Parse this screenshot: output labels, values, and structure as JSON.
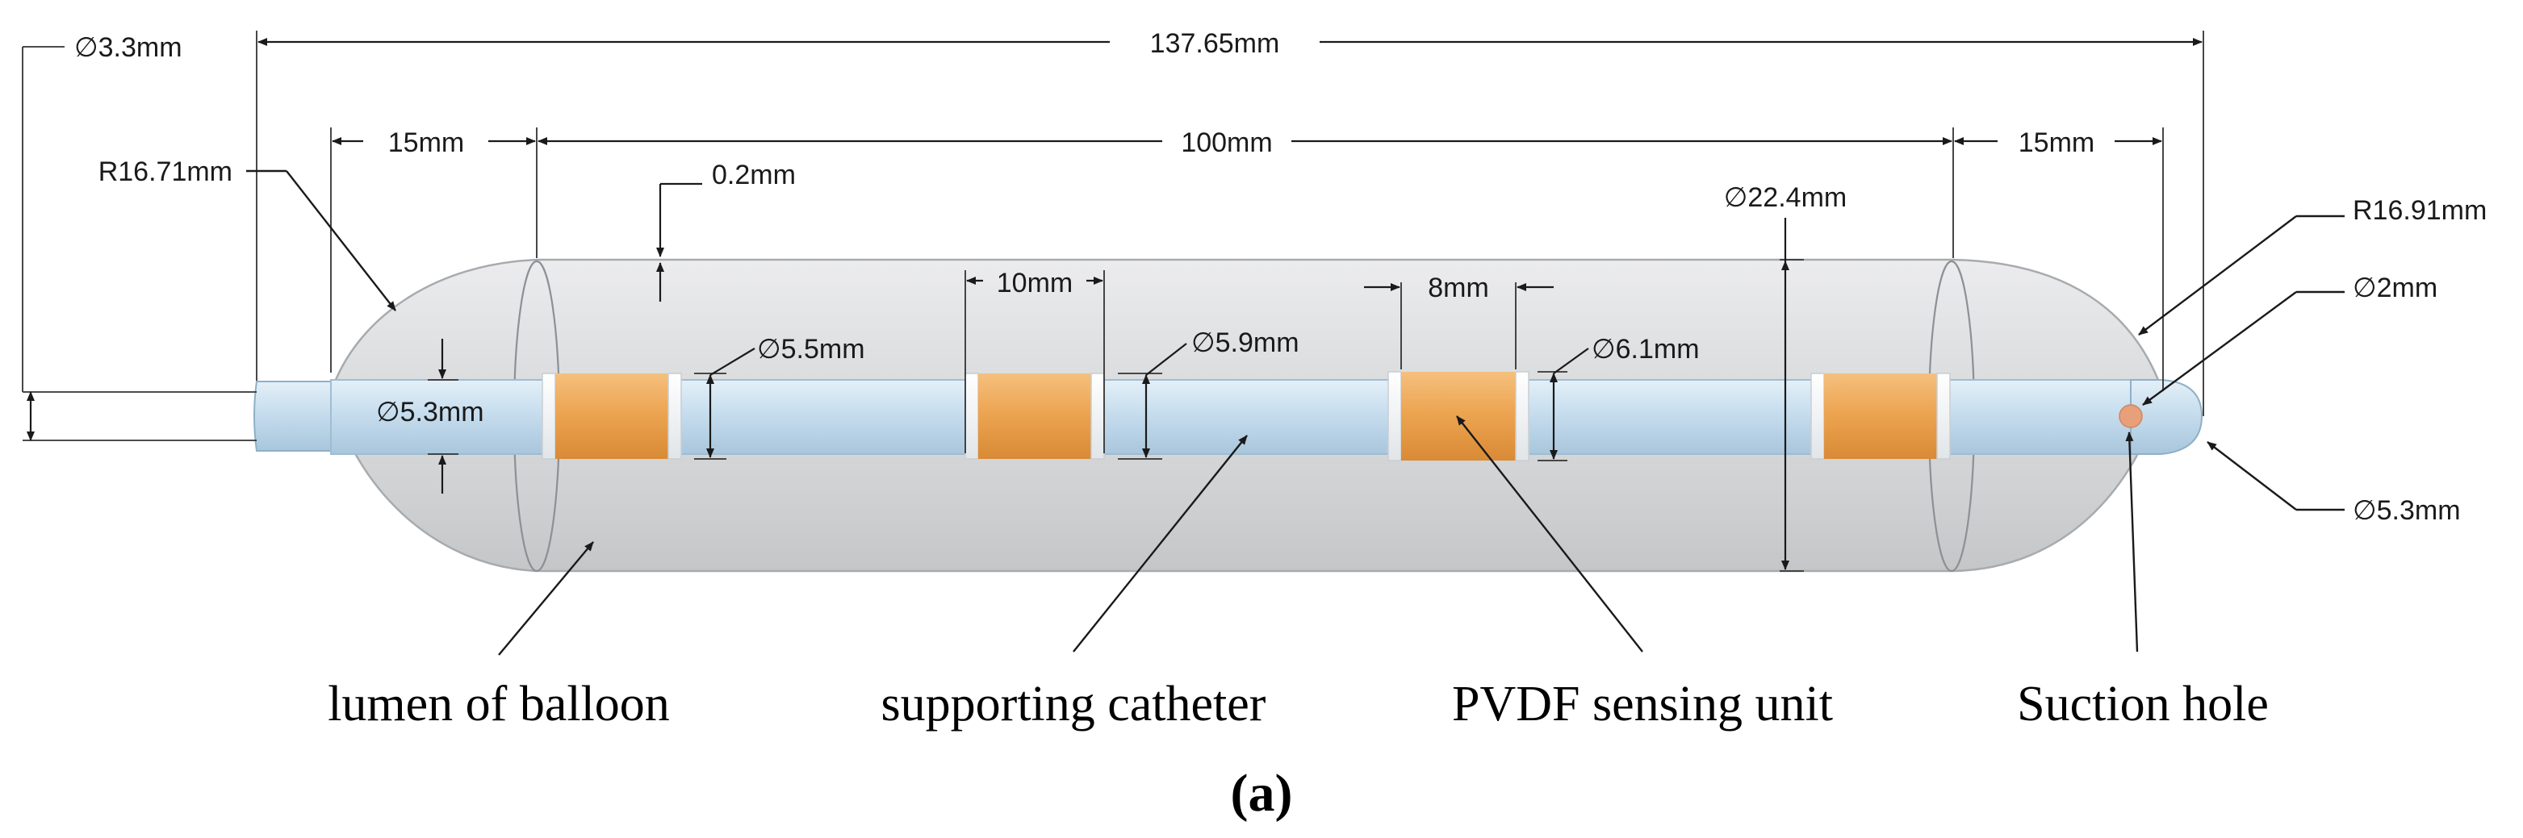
{
  "dimensions": {
    "total_length": "137.65mm",
    "tip_diameter": "∅3.3mm",
    "left_radius": "R16.71mm",
    "left_taper_length": "15mm",
    "body_length": "100mm",
    "right_taper_length": "15mm",
    "wall_thickness": "0.2mm",
    "balloon_diameter": "∅22.4mm",
    "right_radius": "R16.91mm",
    "suction_hole_diameter": "∅2mm",
    "catheter_diameter_left": "∅5.3mm",
    "catheter_diameter_right": "∅5.3mm",
    "sensor1_diameter": "∅5.5mm",
    "sensor2_length": "10mm",
    "sensor2_diameter": "∅5.9mm",
    "sensor3_length": "8mm",
    "sensor3_diameter": "∅6.1mm"
  },
  "labels": {
    "lumen": "lumen of balloon",
    "catheter": "supporting catheter",
    "sensor": "PVDF sensing unit",
    "suction": "Suction hole"
  },
  "panel_label": "(a)",
  "colors": {
    "balloon_fill": "#d4d6d8",
    "catheter_fill": "#c3dbec",
    "sensor_fill": "#eda552",
    "spacer_fill": "#f4f6f7",
    "suction_hole": "#e8a07a"
  }
}
